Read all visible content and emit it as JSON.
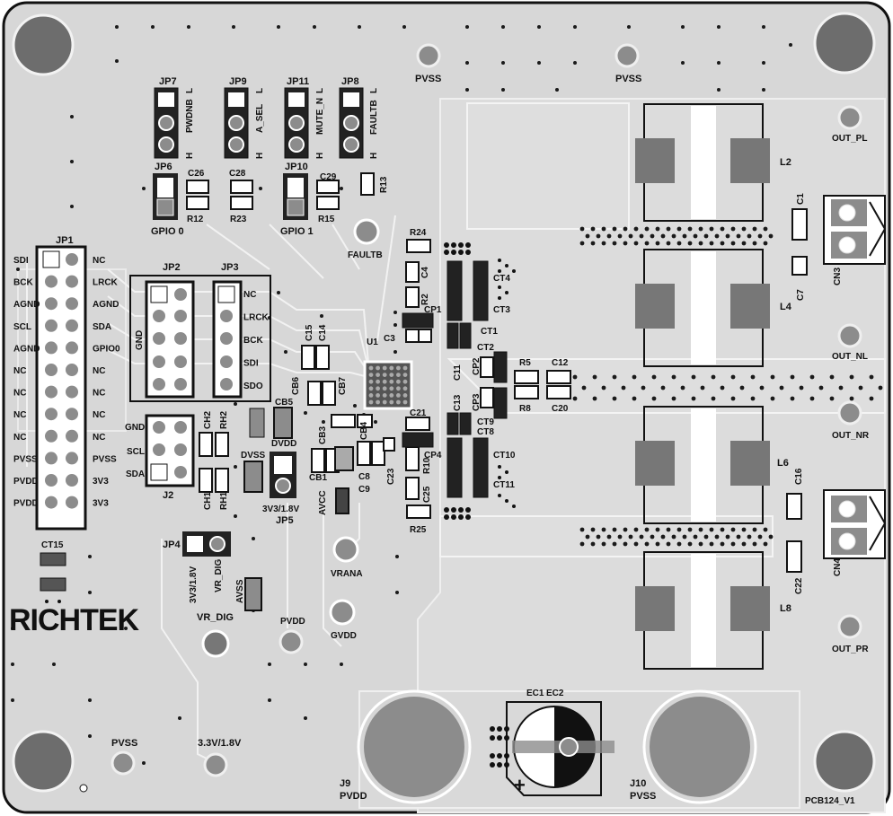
{
  "board": {
    "id_label": "PCB124_V1",
    "logo": "RICHTEK",
    "colors": {
      "board": "#d7d7d7",
      "trace": "#ececec",
      "pad": "#ffffff",
      "dark": "#1a1a1a",
      "gray": "#8c8c8c"
    }
  },
  "headers": {
    "jp7": {
      "ref": "JP7",
      "net": "PWDNB",
      "top": "L",
      "bottom": "H"
    },
    "jp9": {
      "ref": "JP9",
      "net": "A_SEL",
      "top": "L",
      "bottom": "H"
    },
    "jp11": {
      "ref": "JP11",
      "net": "MUTE_N",
      "top": "L",
      "bottom": "H"
    },
    "jp8": {
      "ref": "JP8",
      "net": "FAULTB",
      "top": "L",
      "bottom": "H"
    },
    "jp6": {
      "ref": "JP6",
      "net": "GPIO 0"
    },
    "jp10": {
      "ref": "JP10",
      "net": "GPIO 1"
    },
    "jp1": {
      "ref": "JP1",
      "left": [
        "SDI",
        "BCK",
        "AGND",
        "SCL",
        "AGND",
        "NC",
        "NC",
        "NC",
        "NC",
        "PVSS",
        "PVDD",
        "PVDD"
      ],
      "right": [
        "NC",
        "LRCK",
        "AGND",
        "SDA",
        "GPIO0",
        "NC",
        "NC",
        "NC",
        "NC",
        "PVSS",
        "3V3",
        "3V3"
      ]
    },
    "jp2": {
      "ref": "JP2",
      "net": "GND"
    },
    "jp3": {
      "ref": "JP3",
      "pins": [
        "NC",
        "LRCK",
        "BCK",
        "SDI",
        "SDO"
      ]
    },
    "j2": {
      "ref": "J2",
      "pins": [
        "GND",
        "SCL",
        "SDA"
      ]
    },
    "jp4": {
      "ref": "JP4",
      "left": "3V3/1.8V",
      "right": "VR_DIG"
    },
    "jp5": {
      "ref": "JP5",
      "net": "3V3/1.8V"
    }
  },
  "components": {
    "c26": "C26",
    "c28": "C28",
    "c29": "C29",
    "r12": "R12",
    "r23": "R23",
    "r15": "R15",
    "r13": "R13",
    "r24": "R24",
    "c4": "C4",
    "r2": "R2",
    "cp1": "CP1",
    "c3": "C3",
    "u1": "U1",
    "ct4": "CT4",
    "ct3": "CT3",
    "ct1": "CT1",
    "ct2": "CT2",
    "c11": "C11",
    "cp2": "CP2",
    "cp3": "CP3",
    "ct9": "CT9",
    "r5": "R5",
    "r8": "R8",
    "c12": "C12",
    "c20": "C20",
    "c15": "C15",
    "c14": "C14",
    "cb6": "CB6",
    "cb7": "CB7",
    "cb5": "CB5",
    "cb3": "CB3",
    "cb4": "CB4",
    "cb1": "CB1",
    "c21": "C21",
    "cp4": "CP4",
    "c13": "C13",
    "ct8": "CT8",
    "ct10": "CT10",
    "ct11": "CT11",
    "c23": "C23",
    "r10": "R10",
    "c25": "C25",
    "r25": "R25",
    "c8": "C8",
    "c9": "C9",
    "ch2": "CH2",
    "rh2": "RH2",
    "ch1": "CH1",
    "rh1": "RH1",
    "ct15": "CT15",
    "l2": "L2",
    "l4": "L4",
    "l6": "L6",
    "l8": "L8",
    "c1": "C1",
    "c7": "C7",
    "c16": "C16",
    "c22": "C22",
    "cn3": "CN3",
    "cn4": "CN4",
    "ec1": "EC1",
    "ec2": "EC2"
  },
  "testpoints": {
    "pvss_top1": "PVSS",
    "pvss_top2": "PVSS",
    "faultb": "FAULTB",
    "dvss": "DVSS",
    "dvdd": "DVDD",
    "avcc": "AVCC",
    "avss": "AVSS",
    "vrana": "VRANA",
    "gvdd": "GVDD",
    "pvdd": "PVDD",
    "vr_dig": "VR_DIG",
    "out_pl": "OUT_PL",
    "out_nl": "OUT_NL",
    "out_nr": "OUT_NR",
    "out_pr": "OUT_PR",
    "pvss_bot": "PVSS",
    "v33_18": "3.3V/1.8V"
  },
  "terminals": {
    "j9": {
      "ref": "J9",
      "net": "PVDD"
    },
    "j10": {
      "ref": "J10",
      "net": "PVSS"
    },
    "plus": "+"
  }
}
